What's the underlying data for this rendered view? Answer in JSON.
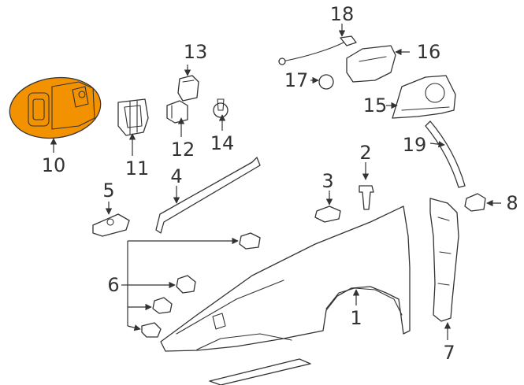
{
  "callouts": {
    "c1": "1",
    "c2": "2",
    "c3": "3",
    "c4": "4",
    "c5": "5",
    "c6": "6",
    "c7": "7",
    "c8": "8",
    "c10": "10",
    "c11": "11",
    "c12": "12",
    "c13": "13",
    "c14": "14",
    "c15": "15",
    "c16": "16",
    "c17": "17",
    "c18": "18",
    "c19": "19"
  },
  "colors": {
    "highlight": "#f39200",
    "line": "#333333",
    "background": "#ffffff"
  }
}
